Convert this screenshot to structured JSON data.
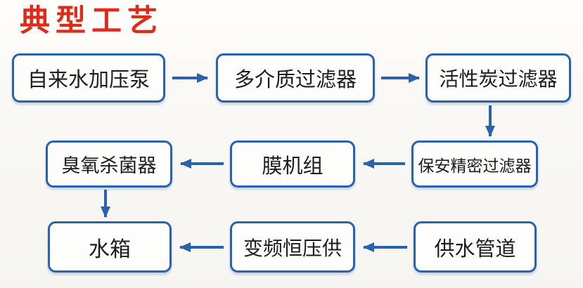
{
  "title": {
    "text": "典型工艺",
    "color": "#dc2c1c"
  },
  "colors": {
    "background": "#f7f6f2",
    "box_border": "#2a62ae",
    "arrow": "#2a62ae",
    "box_fill": "#fdfdfc",
    "box_text": "#1c1c1c",
    "title_red": "#dc2c1c"
  },
  "nodes": {
    "tap_water_pump": {
      "label": "自来水加压泵"
    },
    "multimedia_filter": {
      "label": "多介质过滤器"
    },
    "activated_carbon_filter": {
      "label": "活性炭过滤器"
    },
    "security_precision_filter": {
      "label": "保安精密过滤器"
    },
    "membrane_unit": {
      "label": "膜机组"
    },
    "ozone_sterilizer": {
      "label": "臭氧杀菌器"
    },
    "water_tank": {
      "label": "水箱"
    },
    "vfd_constant_pressure_supply": {
      "label": "变频恒压供"
    },
    "water_supply_pipeline": {
      "label": "供水管道"
    }
  },
  "flow_edges": [
    {
      "from": "自来水加压泵",
      "to": "多介质过滤器",
      "direction": "right"
    },
    {
      "from": "多介质过滤器",
      "to": "活性炭过滤器",
      "direction": "right"
    },
    {
      "from": "活性炭过滤器",
      "to": "保安精密过滤器",
      "direction": "down"
    },
    {
      "from": "保安精密过滤器",
      "to": "膜机组",
      "direction": "left"
    },
    {
      "from": "膜机组",
      "to": "臭氧杀菌器",
      "direction": "left"
    },
    {
      "from": "臭氧杀菌器",
      "to": "水箱",
      "direction": "down"
    },
    {
      "from": "供水管道",
      "to": "变频恒压供",
      "direction": "left"
    },
    {
      "from": "变频恒压供",
      "to": "水箱",
      "direction": "left"
    }
  ]
}
